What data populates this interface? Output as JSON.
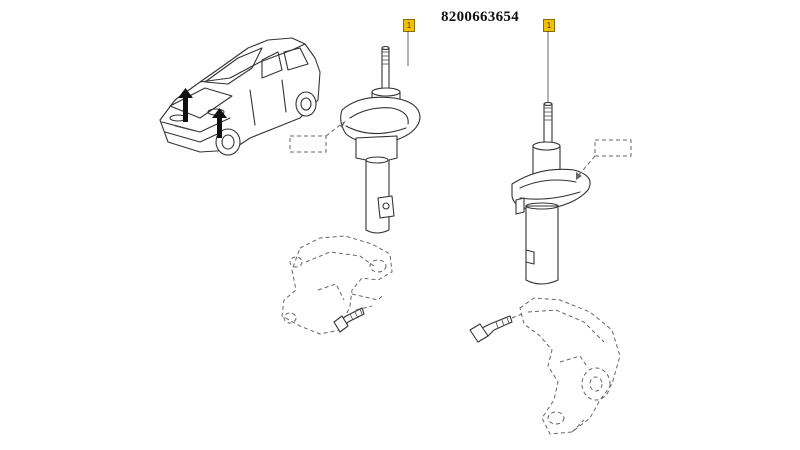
{
  "diagram": {
    "part_number": "8200663654",
    "callouts": [
      {
        "label": "1"
      },
      {
        "label": "1"
      }
    ]
  }
}
